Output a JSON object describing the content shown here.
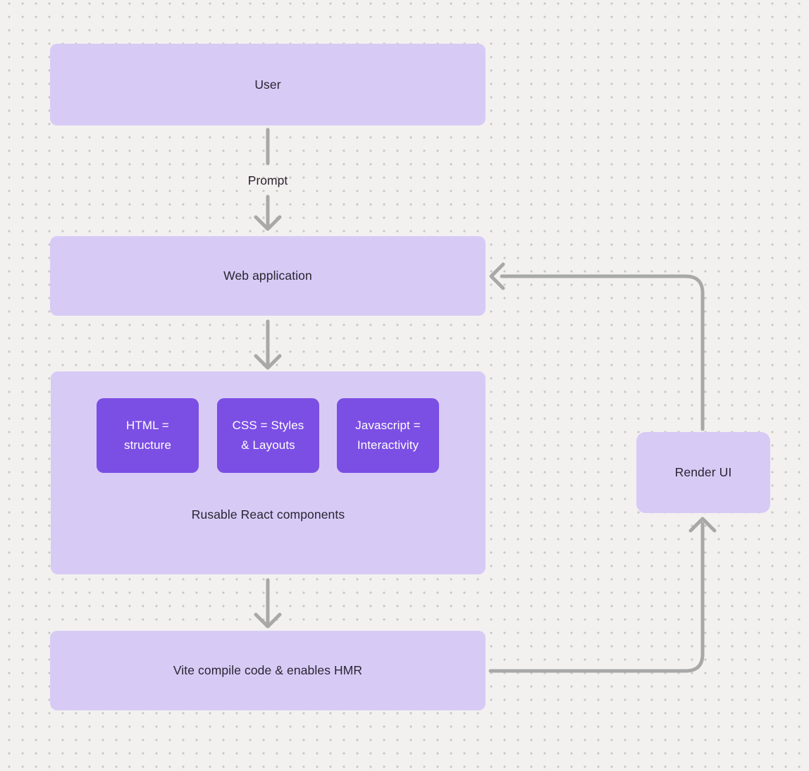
{
  "diagram": {
    "title_context": "React + Vite web application flow diagram",
    "nodes": {
      "user": {
        "label": "User"
      },
      "web_application": {
        "label": "Web application"
      },
      "components_group": {
        "caption": "Rusable React components"
      },
      "html_chip": {
        "label": "HTML =\nstructure"
      },
      "css_chip": {
        "label": "CSS = Styles\n& Layouts"
      },
      "js_chip": {
        "label": "Javascript =\nInteractivity"
      },
      "vite": {
        "label": "Vite compile code & enables HMR"
      },
      "render_ui": {
        "label": "Render UI"
      }
    },
    "edges": {
      "user_to_web": {
        "label": "Prompt"
      },
      "web_to_components": {
        "label": ""
      },
      "components_to_vite": {
        "label": ""
      },
      "vite_to_render": {
        "label": ""
      },
      "render_to_web": {
        "label": ""
      }
    },
    "colors": {
      "background": "#f2f1ef",
      "dot_grid": "#c9c6c3",
      "node_fill": "#d7cbf6",
      "chip_fill": "#7b4ee4",
      "chip_text": "#ffffff",
      "node_text": "#2b2431",
      "arrow": "#a8a8a8"
    }
  }
}
